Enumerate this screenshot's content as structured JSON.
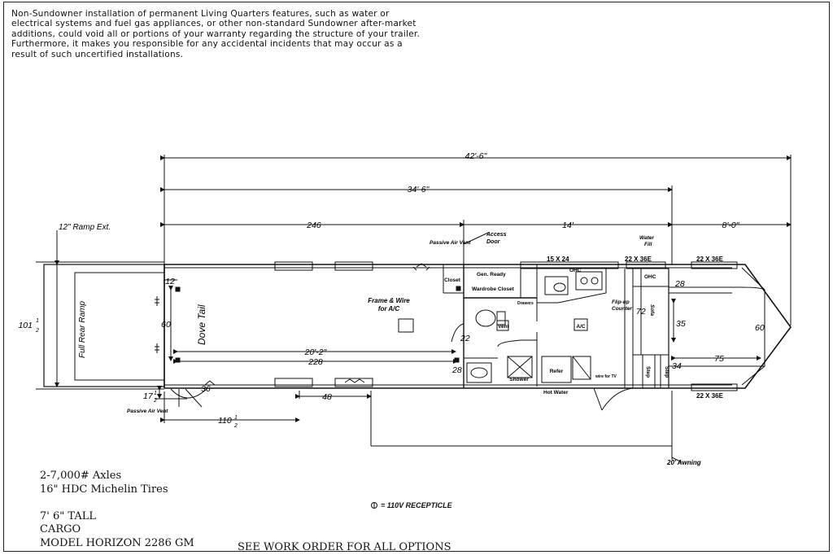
{
  "disclaimer": [
    "Non-Sundowner installation of permanent Living Quarters features, such as water or",
    "electrical systems and fuel gas appliances, or other non-standard Sundowner after-market",
    "additions, could void all or portions of your warranty regarding the structure of your trailer.",
    "Furthermore, it makes you responsible for any accidental incidents that may occur as a",
    "result of such uncertified installations."
  ],
  "dimensions": {
    "overall": "42'-6\"",
    "body": "34'-6\"",
    "d246": "246",
    "d14": "14'",
    "d8": "8'-0\"",
    "ramp_ext": "12\" Ramp Ext.",
    "width": "101",
    "width_frac_n": "1",
    "width_frac_d": "2",
    "d12": "12",
    "d60": "60",
    "d202": "20'-2\"",
    "d228": "228",
    "d22": "22",
    "d28a": "28",
    "d36": "36",
    "d48": "48",
    "d17": "17",
    "d110": "110",
    "frac_n": "1",
    "frac_d": "2",
    "d28b": "28",
    "d35": "35",
    "d60b": "60",
    "d75": "75",
    "d34": "34",
    "d72": "72",
    "win1": "15 X 24",
    "win2": "22 X 36E",
    "win3": "22 X 36E",
    "win4": "22 X 36E"
  },
  "labels": {
    "ramp": "Full Rear Ramp",
    "dove_tail": "Dove Tail",
    "frame_wire": "Frame & Wire",
    "for_ac": "for A/C",
    "passive_vent_top": "Passive Air Vent",
    "passive_vent_bottom": "Passive Air Vent",
    "access_door": "Access",
    "access_door2": "Door",
    "closet": "Closet",
    "gen_ready": "Gen. Ready",
    "wardrobe": "Wardrobe Closet",
    "ohc1": "OHC",
    "ohc2": "OHC",
    "drawers": "Drawers",
    "vent": "Vent",
    "ac": "A/C",
    "shower": "Shower",
    "refer": "Refer",
    "wire_tv": "wire for TV",
    "hot_water": "Hot Water",
    "flip_up": "Flip-up",
    "counter": "Counter",
    "water_fill": "Water",
    "water_fill2": "Fill",
    "sofa": "Sofa",
    "step1": "Step",
    "step2": "Step",
    "awning": "20' Awning"
  },
  "specs": [
    "2-7,000# Axles",
    "16\" HDC Michelin Tires",
    "",
    "7' 6\" TALL",
    "CARGO",
    "MODEL HORIZON 2286 GM"
  ],
  "legend": "= 110V RECEPTICLE",
  "work_order": "SEE WORK ORDER FOR ALL OPTIONS"
}
